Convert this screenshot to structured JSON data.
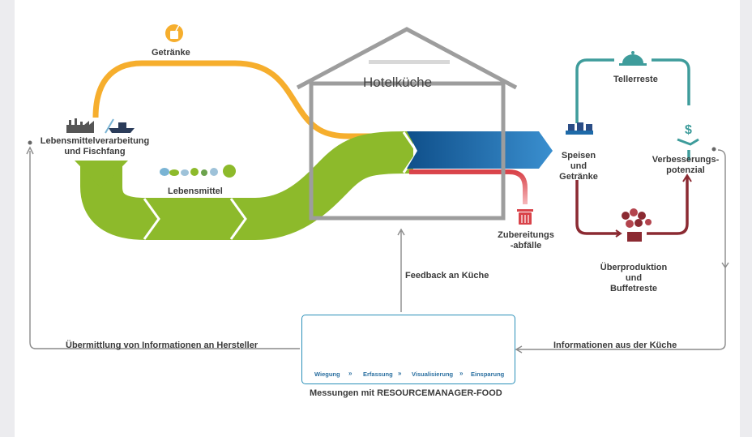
{
  "title": "Hotelküche",
  "labels": {
    "beverages": "Getränke",
    "industry_line1": "Lebensmittelverarbeitung",
    "industry_line2": "und Fischfang",
    "food": "Lebensmittel",
    "dishes_line1": "Speisen",
    "dishes_line2": "und",
    "dishes_line3": "Getränke",
    "plate_waste": "Tellerreste",
    "improvement_line1": "Verbesserungs-",
    "improvement_line2": "potenzial",
    "prep_waste_line1": "Zubereitungs",
    "prep_waste_line2": "-abfälle",
    "overproduction_line1": "Überproduktion",
    "overproduction_line2": "und",
    "overproduction_line3": "Buffetreste",
    "feedback": "Feedback an Küche",
    "to_manufacturer": "Übermittlung von Informationen an Hersteller",
    "from_kitchen": "Informationen aus der Küche",
    "measurements": "Messungen mit RESOURCEMANAGER-FOOD"
  },
  "steps": [
    "Wiegung",
    "Erfassung",
    "Visualisierung",
    "Einsparung"
  ],
  "step_separator": "»",
  "colors": {
    "beverage_flow": "#f6ae2d",
    "food_flow": "#8dba2b",
    "output_flow": "#1e6aa8",
    "waste_flow": "#e5575d",
    "teal_loop": "#3e9c9b",
    "waste_loop": "#8b2a32",
    "house": "#9d9d9d",
    "panel_border": "#2a8fb8",
    "connector": "#8a8a8a"
  },
  "icons": [
    "drink-icon",
    "factory-icon",
    "ship-icon",
    "vegetables-icon",
    "serving-tray-icon",
    "cloche-icon",
    "money-hand-icon",
    "trash-icon",
    "waste-bin-icon",
    "scale-icon",
    "tablet-icon"
  ]
}
